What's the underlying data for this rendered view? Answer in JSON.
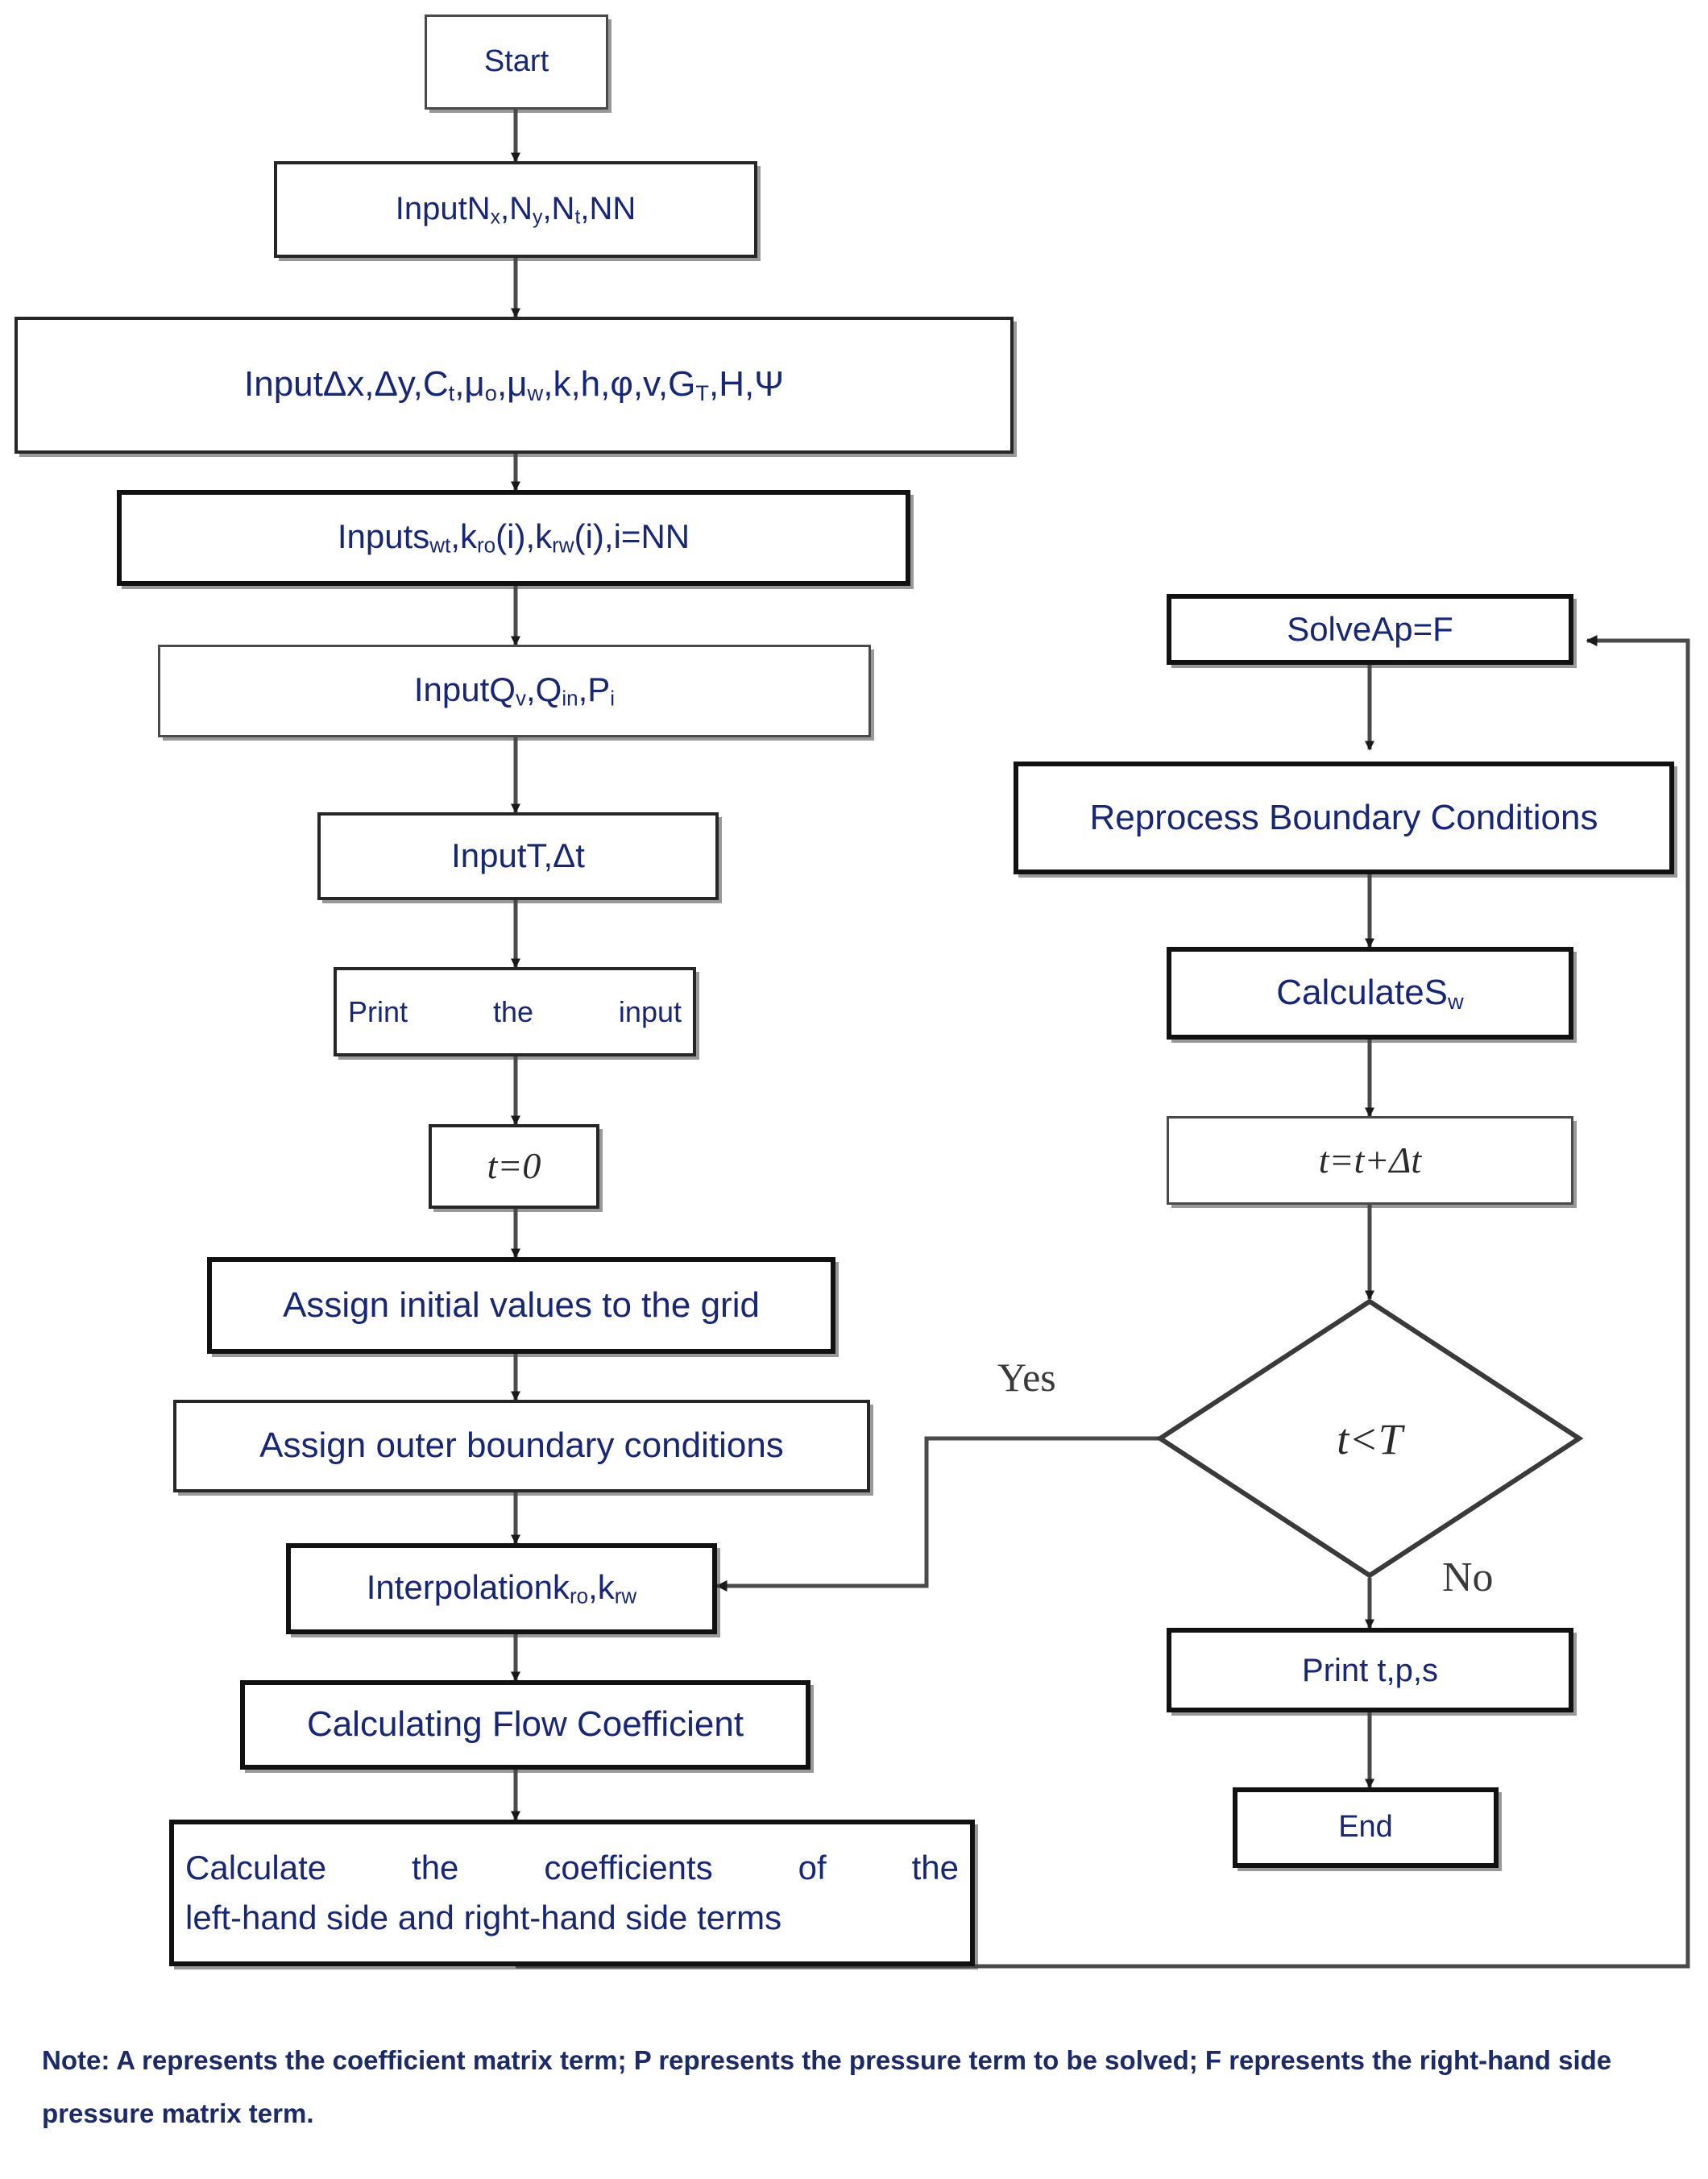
{
  "diagram": {
    "title": "Numerical reservoir simulation program flowchart",
    "colors": {
      "text_blue": "#16267a",
      "box_border_dark": "#111111",
      "box_border_grey": "#4a4a4a",
      "connector": "#4a4a4a",
      "background": "#ffffff"
    },
    "left_column": [
      {
        "id": "start",
        "label": "Start"
      },
      {
        "id": "input_n",
        "label": "InputN",
        "sub_parts": "x, y, t, NN"
      },
      {
        "id": "input_props",
        "label": "InputΔx,Δy,C"
      },
      {
        "id": "input_sat",
        "label": "Inputs"
      },
      {
        "id": "input_q",
        "label": "InputQ"
      },
      {
        "id": "input_time",
        "label": "InputT,Δt"
      },
      {
        "id": "print_input",
        "label": "Print the input"
      },
      {
        "id": "t_zero",
        "label": "t=0"
      },
      {
        "id": "assign_init",
        "label": "Assign initial values to the grid"
      },
      {
        "id": "assign_bc",
        "label": "Assign outer boundary conditions"
      },
      {
        "id": "interp",
        "label": "Interpolationk"
      },
      {
        "id": "flow_coef",
        "label": "Calculating Flow Coefficient"
      },
      {
        "id": "coef_terms",
        "label": "Calculate the coefficients of the left-hand side and right-hand side terms"
      }
    ],
    "right_column": [
      {
        "id": "solve",
        "label": "SolveAp=F"
      },
      {
        "id": "reprocess",
        "label": "Reprocess Boundary Conditions"
      },
      {
        "id": "calc_sw",
        "label": "CalculateS"
      },
      {
        "id": "t_advance",
        "label": "t=t+Δt"
      },
      {
        "id": "decision",
        "label": "t<T"
      },
      {
        "id": "print_out",
        "label": "Print t,p,s"
      },
      {
        "id": "end",
        "label": "End"
      }
    ],
    "nodes": {
      "start": "Start",
      "input_n_pre": "InputN",
      "input_n_sub1": "x",
      "input_n_mid1": ",N",
      "input_n_sub2": "y",
      "input_n_mid2": ",N",
      "input_n_sub3": "t",
      "input_n_tail": ",NN",
      "input_props_a": "InputΔx,Δy,C",
      "input_props_s1": "t",
      "input_props_b": ",μ",
      "input_props_s2": "o",
      "input_props_c": ",μ",
      "input_props_s3": "w",
      "input_props_d": ",k,h,φ,v,G",
      "input_props_s4": "T",
      "input_props_e": ",H,Ψ",
      "input_sat_a": "Inputs",
      "input_sat_s1": "wt",
      "input_sat_b": ",k",
      "input_sat_s2": "ro",
      "input_sat_c": "(i),k",
      "input_sat_s3": "rw",
      "input_sat_d": "(i),i=NN",
      "input_q_a": "InputQ",
      "input_q_s1": "v",
      "input_q_b": ",Q",
      "input_q_s2": "in",
      "input_q_c": ",P",
      "input_q_s3": "i",
      "input_time": "InputT,Δt",
      "print_input": "Print the input",
      "t_zero": "t=0",
      "assign_init": "Assign initial values to the grid",
      "assign_bc": "Assign outer boundary conditions",
      "interp_a": "Interpolationk",
      "interp_s1": "ro",
      "interp_b": ",k",
      "interp_s2": "rw",
      "flow_coef": "Calculating Flow Coefficient",
      "coef_terms_line1": "Calculate the coefficients of the",
      "coef_terms_line2": "left-hand side and right-hand side terms",
      "solve": "SolveAp=F",
      "reprocess": "Reprocess Boundary Conditions",
      "calc_sw_a": "CalculateS",
      "calc_sw_s1": "w",
      "t_advance": "t=t+Δt",
      "decision": "t<T",
      "print_out": "Print t,p,s",
      "end": "End"
    },
    "branch_labels": {
      "yes": "Yes",
      "no": "No"
    },
    "note": "Note: A represents the coefficient matrix term; P represents the pressure term to be solved; F represents the right-hand side pressure matrix term."
  }
}
